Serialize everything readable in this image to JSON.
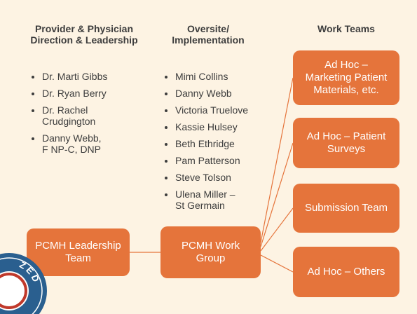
{
  "columns": {
    "leadership": {
      "heading_line1": "Provider & Physician",
      "heading_line2": "Direction & Leadership"
    },
    "oversite": {
      "heading_line1": "Oversite/",
      "heading_line2": "Implementation"
    },
    "teams": {
      "heading": "Work Teams"
    }
  },
  "leadership_people": [
    {
      "line1": "Dr. Marti Gibbs",
      "line2": ""
    },
    {
      "line1": "Dr. Ryan Berry",
      "line2": ""
    },
    {
      "line1": "Dr. Rachel",
      "line2": "Crudgington"
    },
    {
      "line1": "Danny Webb,",
      "line2": "F NP-C, DNP"
    }
  ],
  "oversite_people": [
    {
      "line1": "Mimi Collins",
      "line2": ""
    },
    {
      "line1": "Danny Webb",
      "line2": ""
    },
    {
      "line1": "Victoria Truelove",
      "line2": ""
    },
    {
      "line1": "Kassie Hulsey",
      "line2": ""
    },
    {
      "line1": "Beth Ethridge",
      "line2": ""
    },
    {
      "line1": "Pam Patterson",
      "line2": ""
    },
    {
      "line1": "Steve Tolson",
      "line2": ""
    },
    {
      "line1": "Ulena Miller –",
      "line2": "St Germain"
    }
  ],
  "boxes": {
    "leadership_team": {
      "line1": "PCMH Leadership",
      "line2": "Team"
    },
    "work_group": {
      "line1": "PCMH Work",
      "line2": "Group"
    },
    "marketing": {
      "line1": "Ad Hoc –",
      "line2": "Marketing Patient",
      "line3": "Materials, etc."
    },
    "surveys": {
      "line1": "Ad Hoc – Patient",
      "line2": "Surveys"
    },
    "submission": {
      "line1": "Submission Team"
    },
    "others": {
      "line1": "Ad Hoc – Others"
    }
  },
  "seal": {
    "text": "ZED"
  },
  "colors": {
    "background": "#fdf3e3",
    "box": "#e5743b",
    "connector": "#e5743b",
    "text": "#3d3d3d",
    "seal": "#2a5f8f"
  }
}
